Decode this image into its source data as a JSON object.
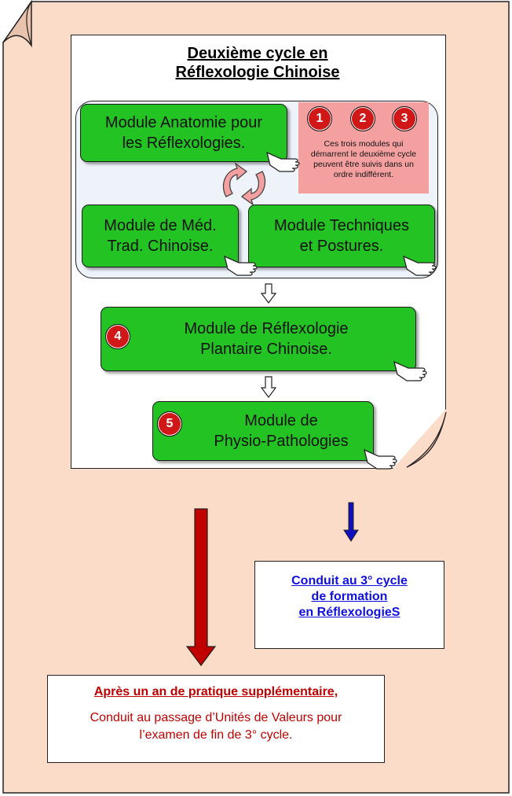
{
  "title": {
    "line1": "Deuxième cycle en",
    "line2": "Réflexologie Chinoise"
  },
  "modules": {
    "anatomie": "Module Anatomie pour\nles Réflexologies.",
    "mtc": "Module de Méd.\nTrad. Chinoise.",
    "techniques": "Module Techniques\net Postures.",
    "plantaire": "Module de Réflexologie\nPlantaire Chinoise.",
    "physio": "Module de\nPhysio-Pathologies"
  },
  "badges": [
    "1",
    "2",
    "3",
    "4",
    "5"
  ],
  "note": "Ces trois modules qui démarrent le deuxième cycle peuvent être suivis dans un ordre indifférent.",
  "link_box": "Conduit au 3° cycle\nde formation\nen RéflexologieS",
  "outcome": {
    "title": "Après un an de pratique supplémentaire,",
    "body": "Conduit au passage d’Unités de Valeurs pour\nl’examen de fin de 3° cycle."
  },
  "colors": {
    "page": "#fadcc8",
    "module_green": "#22c322",
    "badge_red": "#d01818",
    "note_pink": "#f5a0a0",
    "link_blue": "#1010e0",
    "arrow_red": "#c00000",
    "arrow_blue": "#1010c0"
  },
  "icons": {
    "hand": "pointing-hand-icon",
    "cycle": "circular-arrows-icon",
    "down_arrow": "down-arrow-icon"
  }
}
